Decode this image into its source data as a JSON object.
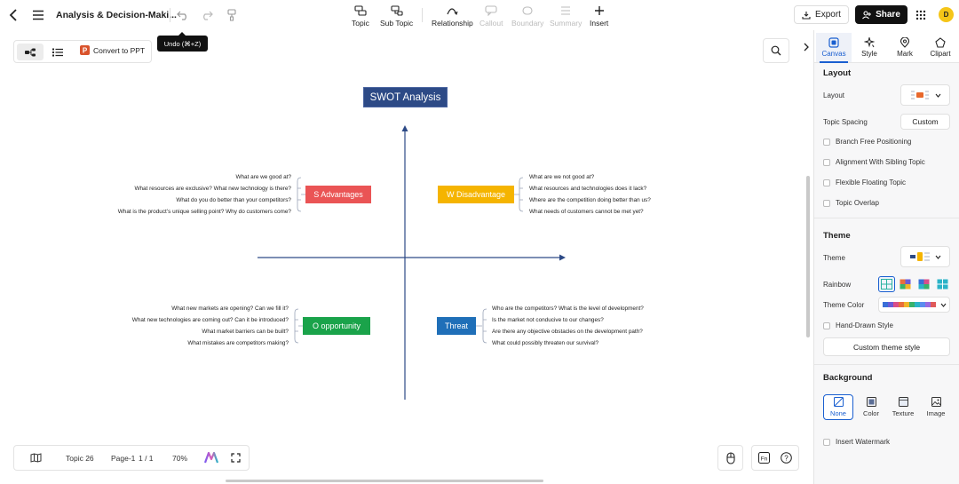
{
  "header": {
    "doc_title": "Analysis & Decision-Maki...",
    "tools": [
      {
        "label": "Topic",
        "enabled": true
      },
      {
        "label": "Sub Topic",
        "enabled": true
      },
      {
        "label": "Relationship",
        "enabled": true
      },
      {
        "label": "Callout",
        "enabled": false
      },
      {
        "label": "Boundary",
        "enabled": false
      },
      {
        "label": "Summary",
        "enabled": false
      },
      {
        "label": "Insert",
        "enabled": true
      }
    ],
    "export_label": "Export",
    "share_label": "Share",
    "avatar_letter": "D",
    "undo_tooltip": "Undo (⌘+Z)"
  },
  "view": {
    "convert_label": "Convert to PPT"
  },
  "canvas": {
    "title": "SWOT Analysis",
    "quadrants": {
      "s": {
        "label": "S Advantages",
        "color": "#ea5455",
        "items": [
          "What are we good at?",
          "What resources are exclusive? What new technology is there?",
          "What do you do better than your competitors?",
          "What is the product’s unique selling point? Why do customers come?"
        ]
      },
      "w": {
        "label": "W Disadvantage",
        "color": "#f5b400",
        "items": [
          "What are we not good at?",
          "What resources and technologies does it lack?",
          "Where are the competition doing better than us?",
          "What needs of customers cannot be met yet?"
        ]
      },
      "o": {
        "label": "O opportunity",
        "color": "#1aa34a",
        "items": [
          "What new markets are opening? Can we fill it?",
          "What new technologies are coming out? Can it be introduced?",
          "What market barriers can be built?",
          "What mistakes are competitors making?"
        ]
      },
      "t": {
        "label": "Threat",
        "color": "#1f6fb8",
        "items": [
          "Who are the competitors? What is the level of development?",
          "Is the market not conducive to our changes?",
          "Are there any objective obstacles on the development path?",
          "What could possibly threaten our survival?"
        ]
      }
    }
  },
  "bottom_bar": {
    "topic_count": "Topic 26",
    "page": "Page-1",
    "page_of": "1 / 1",
    "zoom": "70%"
  },
  "panel": {
    "tabs": [
      {
        "label": "Canvas",
        "icon": "canvas-icon",
        "active": true
      },
      {
        "label": "Style",
        "icon": "style-icon",
        "active": false
      },
      {
        "label": "Mark",
        "icon": "mark-icon",
        "active": false
      },
      {
        "label": "Clipart",
        "icon": "clipart-icon",
        "active": false
      }
    ],
    "layout": {
      "title": "Layout",
      "layout_label": "Layout",
      "spacing_label": "Topic Spacing",
      "spacing_value": "Custom",
      "options": [
        {
          "label": "Branch Free Positioning",
          "checked": false
        },
        {
          "label": "Alignment With Sibling Topic",
          "checked": false
        },
        {
          "label": "Flexible Floating Topic",
          "checked": false
        },
        {
          "label": "Topic Overlap",
          "checked": false
        }
      ]
    },
    "theme": {
      "title": "Theme",
      "theme_label": "Theme",
      "rainbow_label": "Rainbow",
      "theme_color_label": "Theme Color",
      "hand_drawn_label": "Hand-Drawn Style",
      "custom_button": "Custom theme style",
      "palette": [
        "#3a6fd8",
        "#6b5bd6",
        "#d94f8a",
        "#e86f3c",
        "#f0b429",
        "#38b26b",
        "#2bb3c8",
        "#5b8def",
        "#9a6be0",
        "#e05a5a"
      ]
    },
    "background": {
      "title": "Background",
      "options": [
        {
          "label": "None",
          "active": true
        },
        {
          "label": "Color",
          "active": false
        },
        {
          "label": "Texture",
          "active": false
        },
        {
          "label": "Image",
          "active": false
        }
      ],
      "watermark_label": "Insert Watermark"
    }
  }
}
